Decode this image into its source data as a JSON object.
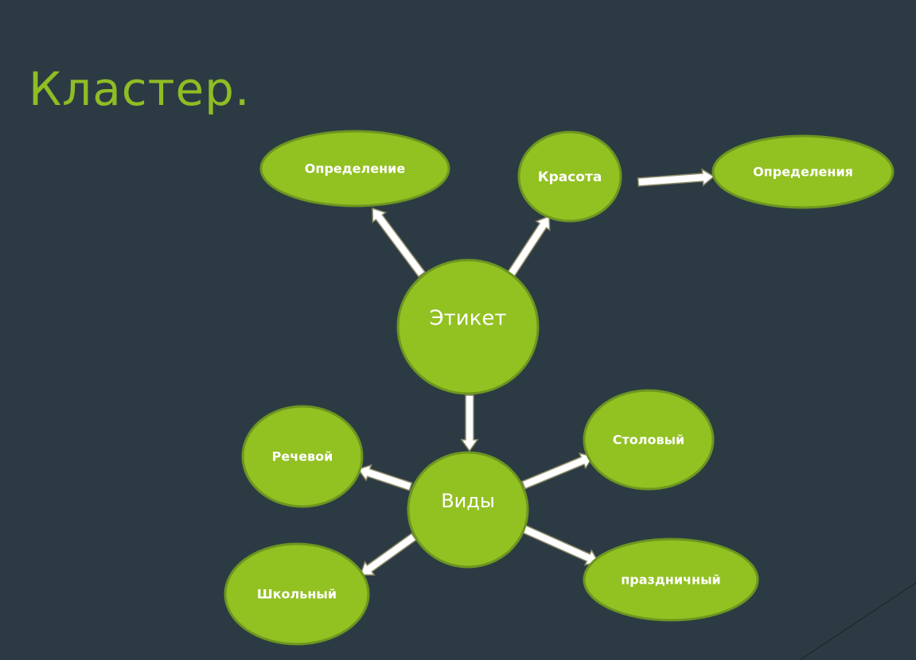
{
  "slide": {
    "title": "Кластер.",
    "colors": {
      "background": "#2c3b43",
      "node_fill": "#92c122",
      "node_stroke": "#6c9620",
      "arrow_fill": "#ffffff",
      "arrow_stroke": "#8e8a6a",
      "title": "#8fbd24"
    }
  },
  "diagram": {
    "nodes": [
      {
        "id": "etiket",
        "label": "Этикет",
        "size": "large"
      },
      {
        "id": "opredelenie",
        "label": "Определение",
        "size": "small"
      },
      {
        "id": "krasota",
        "label": "Красота",
        "size": "small"
      },
      {
        "id": "opredeleniya",
        "label": "Определения",
        "size": "small"
      },
      {
        "id": "vidy",
        "label": "Виды",
        "size": "large"
      },
      {
        "id": "rechevoy",
        "label": "Речевой",
        "size": "small"
      },
      {
        "id": "stolovy",
        "label": "Столовый",
        "size": "small"
      },
      {
        "id": "shkolny",
        "label": "Школьный",
        "size": "small"
      },
      {
        "id": "prazdnichny",
        "label": "праздничный",
        "size": "small"
      }
    ],
    "edges": [
      {
        "from": "etiket",
        "to": "opredelenie"
      },
      {
        "from": "etiket",
        "to": "krasota"
      },
      {
        "from": "krasota",
        "to": "opredeleniya"
      },
      {
        "from": "etiket",
        "to": "vidy"
      },
      {
        "from": "vidy",
        "to": "rechevoy"
      },
      {
        "from": "vidy",
        "to": "stolovy"
      },
      {
        "from": "vidy",
        "to": "shkolny"
      },
      {
        "from": "vidy",
        "to": "prazdnichny"
      }
    ]
  }
}
